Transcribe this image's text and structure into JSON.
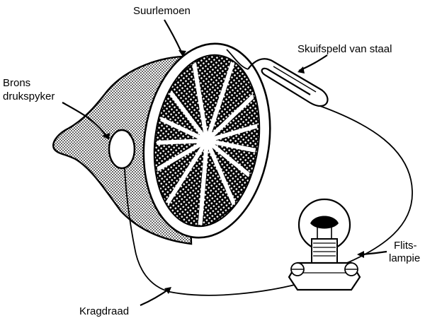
{
  "labels": {
    "lemon": "Suurlemoen",
    "tack_line1": "Brons",
    "tack_line2": "drukspyker",
    "paperclip": "Skuifspeld van staal",
    "bulb_line1": "Flits-",
    "bulb_line2": "lampie",
    "wire": "Kragdraad"
  },
  "colors": {
    "ink": "#000000",
    "paper": "#ffffff"
  }
}
